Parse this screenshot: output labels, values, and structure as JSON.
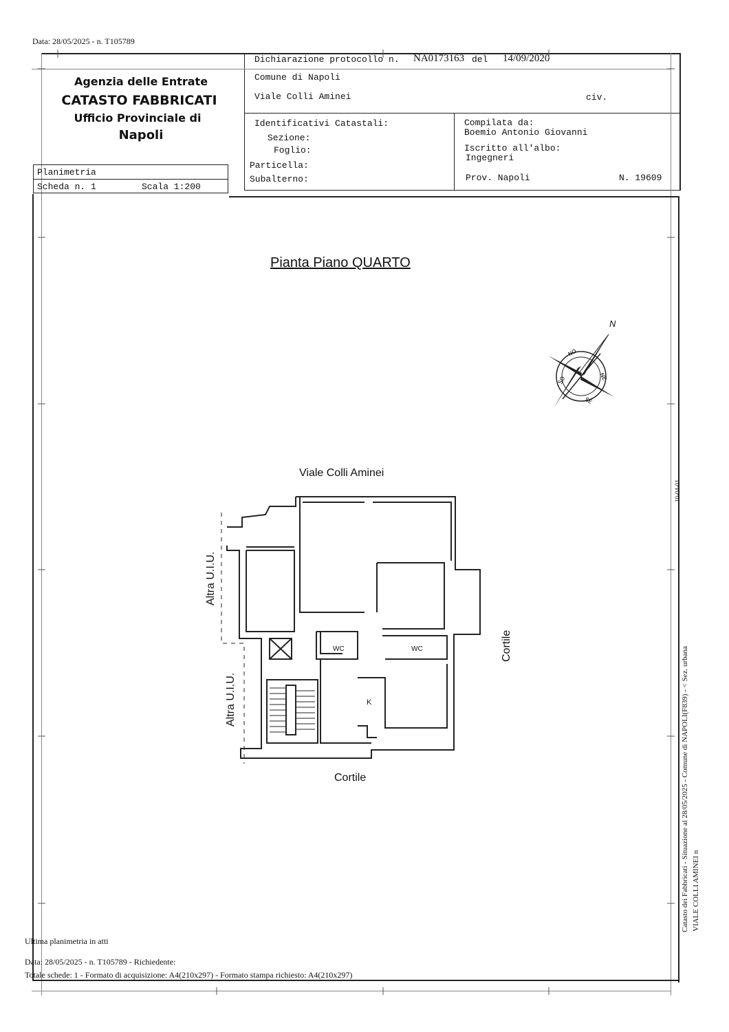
{
  "top_stamp": "Data: 28/05/2025 - n. T105789",
  "agency": {
    "line1": "Agenzia delle Entrate",
    "line2": "CATASTO FABBRICATI",
    "line3": "Ufficio Provinciale di",
    "line4": "Napoli"
  },
  "declaration": {
    "label": "Dichiarazione protocollo n.",
    "number": "NA0173163",
    "del_label": "del",
    "date": "14/09/2020",
    "comune": "Comune di Napoli",
    "address": "Viale Colli Aminei",
    "civ_label": "civ."
  },
  "identifiers": {
    "title": "Identificativi Catastali:",
    "sezione": "Sezione:",
    "foglio": "Foglio:",
    "particella": "Particella:",
    "subalterno": "Subalterno:"
  },
  "compiled": {
    "label": "Compilata da:",
    "name": "Boemio Antonio Giovanni",
    "albo_label": "Iscritto all'albo:",
    "albo": "Ingegneri",
    "prov": "Prov. Napoli",
    "number": "N. 19609"
  },
  "planimetria": {
    "label": "Planimetria",
    "scheda": "Scheda n. 1",
    "scala": "Scala 1:200"
  },
  "plan": {
    "title": "Pianta Piano QUARTO",
    "north": "N",
    "street_top": "Viale Colli Aminei",
    "side_left_top": "Altra U.I.U.",
    "side_left_bottom": "Altra U.I.U.",
    "side_right": "Cortile",
    "bottom": "Cortile",
    "wc1": "WC",
    "wc2": "WC",
    "kitchen": "K"
  },
  "side_margin": {
    "line1": "Catasto dei Fabbricati - Situazione al 28/05/2025 - Comune di NAPOLI(F839) - < Sez. urbana",
    "line2": "VIALE COLLI AMINEI n",
    "small_mark": "10-04-01"
  },
  "footer": {
    "line1": "Ultima planimetria in atti",
    "line2": "Data: 28/05/2025 - n. T105789 - Richiedente:",
    "line3": "Totale schede: 1 - Formato di acquisizione: A4(210x297)  - Formato stampa richiesto: A4(210x297)"
  }
}
